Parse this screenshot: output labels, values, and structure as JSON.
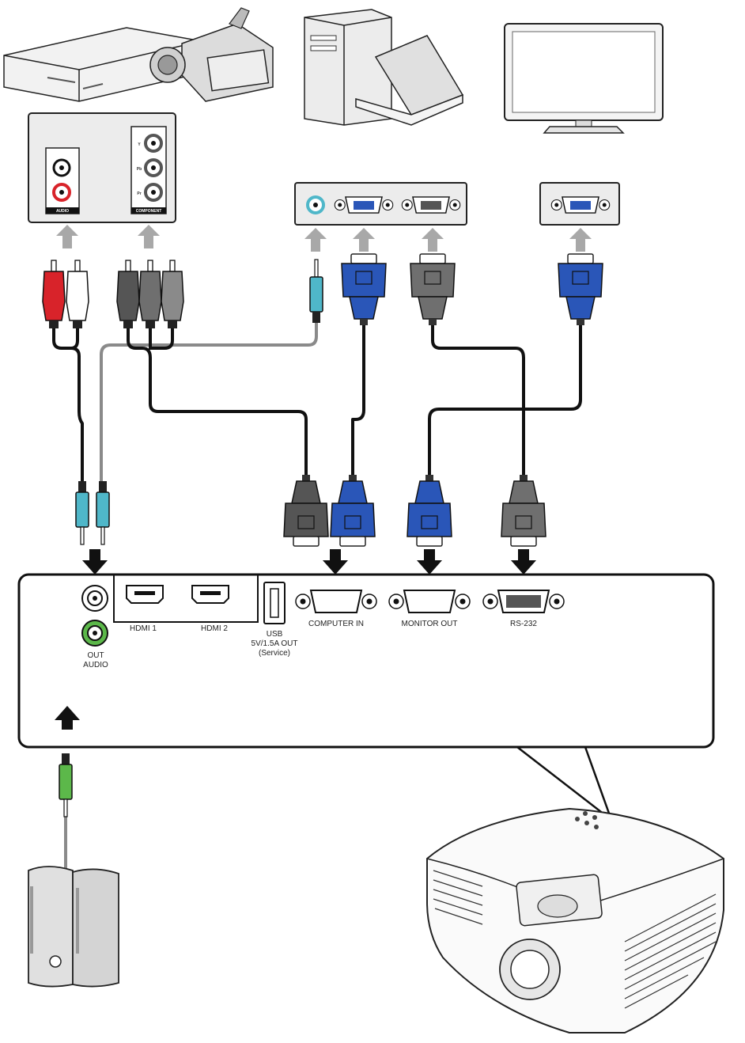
{
  "panel_labels": {
    "hdmi1": "HDMI 1",
    "hdmi2": "HDMI 2",
    "usb_line1": "USB",
    "usb_line2": "5V/1.5A OUT",
    "usb_line3": "(Service)",
    "computer_in": "COMPUTER IN",
    "monitor_out": "MONITOR OUT",
    "rs232": "RS-232",
    "audio_out_line1": "OUT",
    "audio_out_line2": "AUDIO"
  },
  "source_panel_labels": {
    "audio": "AUDIO",
    "component": "COMPONENT",
    "jack_y": "Y",
    "jack_pb": "Pb",
    "jack_pr": "Pr"
  },
  "colors": {
    "vga_blue": "#2a56b8",
    "connector_gray": "#6f6f6f",
    "audio_teal": "#4fb7c9",
    "audio_green": "#5cb84a",
    "rca_red": "#d8232a",
    "arrow_gray": "#a8a8a8",
    "arrow_black": "#111111"
  },
  "icons": [
    "dvd-player-icon",
    "camcorder-icon",
    "desktop-computer-icon",
    "laptop-icon",
    "monitor-icon",
    "speakers-icon",
    "projector-icon",
    "vga-connector-icon",
    "rca-plug-icon",
    "audio-jack-icon",
    "hdmi-port-icon",
    "usb-port-icon"
  ]
}
